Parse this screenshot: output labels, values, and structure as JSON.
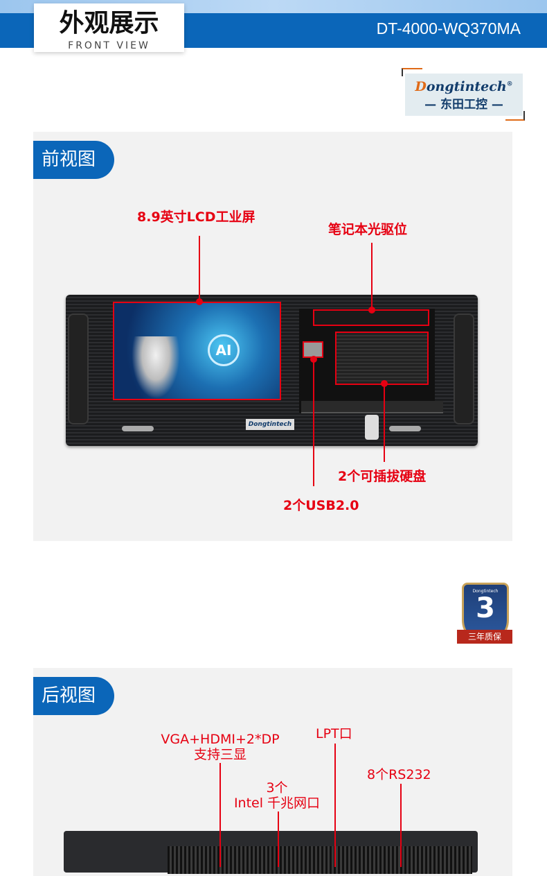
{
  "header": {
    "title": "外观展示",
    "subtitle": "FRONT VIEW",
    "model": "DT-4000-WQ370MA"
  },
  "logo": {
    "brand_first": "D",
    "brand_rest": "ongtintech",
    "registered": "®",
    "cn": "— 东田工控 —"
  },
  "front": {
    "tag": "前视图",
    "labels": {
      "lcd": "8.9英寸LCD工业屏",
      "odd": "笔记本光驱位",
      "hdd": "2个可插拔硬盘",
      "usb": "2个USB2.0"
    },
    "screen_text": "AI",
    "device_brand": "Dongtintech"
  },
  "warranty": {
    "number": "3",
    "text": "三年质保",
    "brand": "Dongtintech"
  },
  "rear": {
    "tag": "后视图",
    "labels": {
      "video1": "VGA+HDMI+2*DP",
      "video2": "支持三显",
      "lpt": "LPT口",
      "lan1": "3个",
      "lan2": "Intel 千兆网口",
      "rs232": "8个RS232"
    }
  }
}
